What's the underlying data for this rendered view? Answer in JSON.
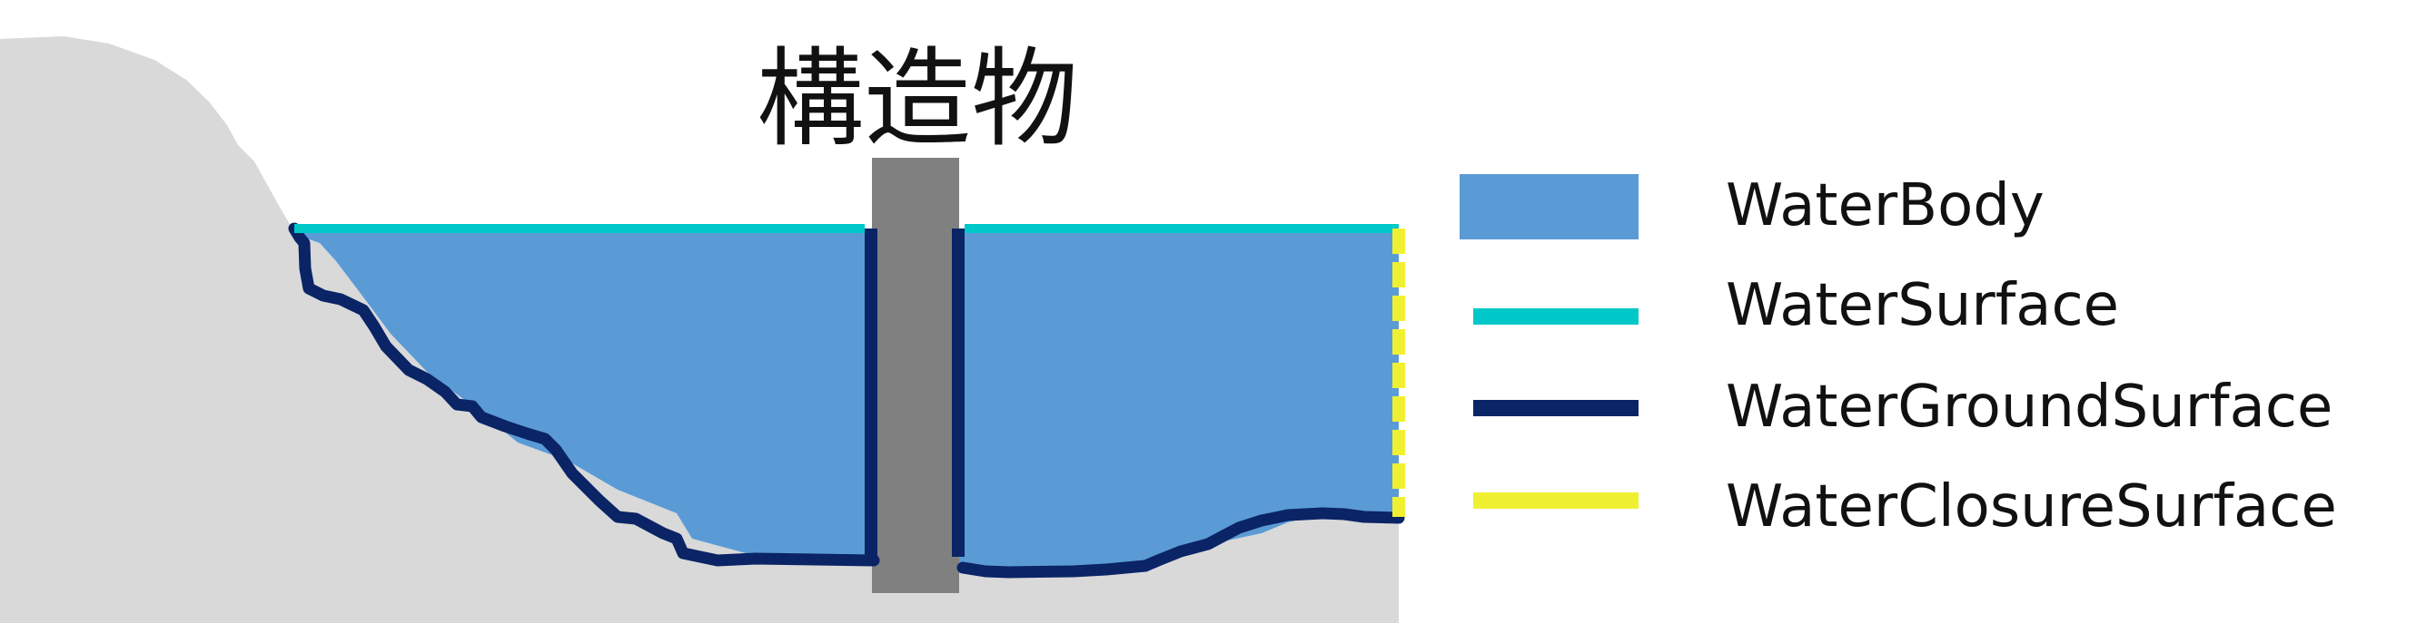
{
  "structure": {
    "label": "構造物"
  },
  "legend": [
    {
      "key": "water-body",
      "label": "WaterBody",
      "color": "#5B9BD5",
      "swatch": "box"
    },
    {
      "key": "water-surface",
      "label": "WaterSurface",
      "color": "#00C8C8",
      "swatch": "line"
    },
    {
      "key": "water-ground-surface",
      "label": "WaterGroundSurface",
      "color": "#0A2466",
      "swatch": "line"
    },
    {
      "key": "water-closure-surface",
      "label": "WaterClosureSurface",
      "color": "#F0F032",
      "swatch": "line"
    }
  ],
  "colors": {
    "ground": "#D9D9D9",
    "structure": "#808080",
    "background": "#FFFFFF"
  }
}
